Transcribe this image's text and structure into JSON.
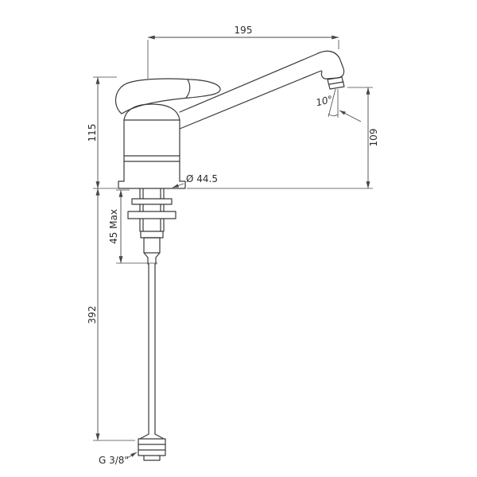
{
  "drawing": {
    "type": "faucet-installation-dimensions",
    "labels": {
      "spout_reach": "195",
      "body_height": "115",
      "spout_outlet_height": "109",
      "spout_angle": "10°",
      "base_diameter": "Ø 44.5",
      "deck_thickness_max": "45 Max",
      "supply_pipe_length": "392",
      "thread_size": "G 3/8\""
    },
    "colors": {
      "line": "#3a3a3a",
      "dimension_line": "#474747",
      "background": "#ffffff",
      "text": "#2d2d2d"
    }
  }
}
